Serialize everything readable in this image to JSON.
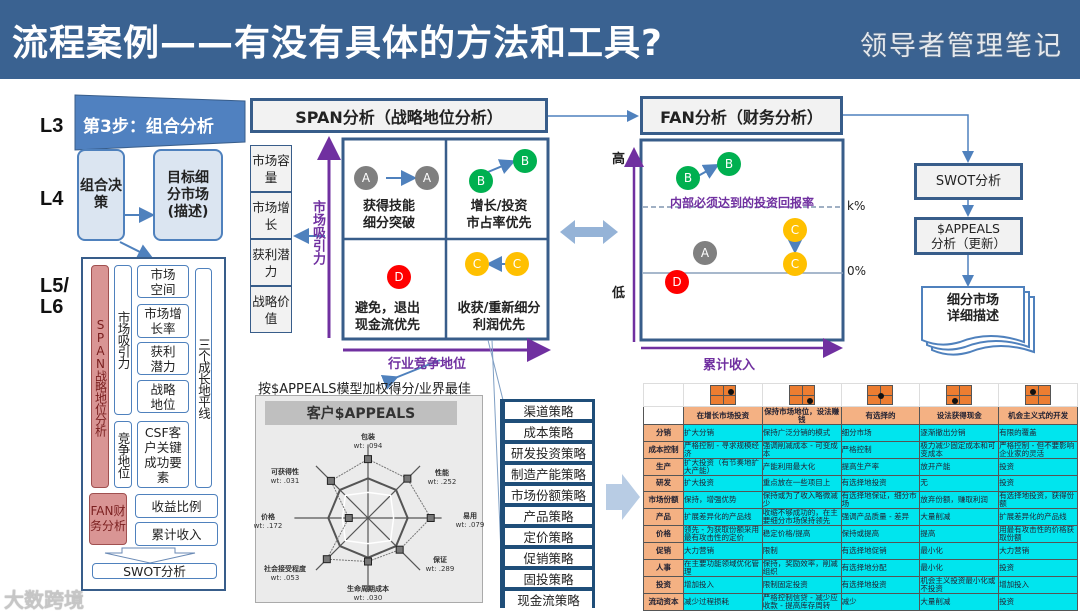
{
  "title": "流程案例——有没有具体的方法和工具?",
  "levels": {
    "l3": "L3",
    "l4": "L4",
    "l56": "L5/\nL6"
  },
  "step": {
    "label": "第3步：组合分析",
    "decision": "组合决策",
    "target": "目标细分市场(描述)"
  },
  "l56_box": {
    "span": "SPAN战略地位分析",
    "attractiveness": "市场吸引力",
    "competition": "竞争地位",
    "market_space": "市场空间",
    "market_growth": "市场增长率",
    "profit_potential": "获利潜力",
    "strategic_position": "战略地位",
    "csf": "CSF客户关键成功要素",
    "horizons": "三个成长地平线",
    "fan": "FAN财务分析",
    "revenue_ratio": "收益比例",
    "cumulative_revenue": "累计收入",
    "swot": "SWOT分析"
  },
  "span": {
    "header": "SPAN分析（战略地位分析）",
    "factors": [
      "市场容量",
      "市场增长",
      "获利潜力",
      "战略价值"
    ],
    "y_axis": "市场吸引力",
    "x_axis": "行业竞争地位",
    "quadrants": {
      "top_left": "获得技能\n细分突破",
      "top_right": "增长/投资\n市占率优先",
      "bottom_left": "避免，退出\n现金流优先",
      "bottom_right": "收获/重新细分\n利润优先"
    },
    "bubbles": {
      "a": "A",
      "b": "B",
      "c": "C",
      "d": "D"
    }
  },
  "fan": {
    "header": "FAN分析（财务分析）",
    "high": "高",
    "low": "低",
    "hurdle_text": "内部必须达到的投资回报率",
    "k_label": "k%",
    "zero_label": "0%",
    "x_axis": "累计收入"
  },
  "flow": {
    "swot": "SWOT分析",
    "appeals": "$APPEALS\n分析（更新）",
    "detail": "细分市场\n详细描述"
  },
  "colors": {
    "title_bar": "#3a6291",
    "bubble_a": "#808080",
    "bubble_b": "#00b050",
    "bubble_c": "#ffc000",
    "bubble_d": "#ff0000",
    "axis": "#7030a0",
    "table_cell": "#00e5ee",
    "table_header": "#f4b183"
  },
  "radar": {
    "caption": "按$APPEALS模型加权得分/业界最佳",
    "title": "客户$APPEALS",
    "axes": [
      {
        "name": "包装",
        "wt": "wt: .094",
        "score": 0.92
      },
      {
        "name": "性能",
        "wt": "wt: .252",
        "score": 0.87
      },
      {
        "name": "易用",
        "wt": "wt: .079",
        "score": 0.98
      },
      {
        "name": "保证",
        "wt": "wt: .289",
        "score": 0.7
      },
      {
        "name": "生命周期成本",
        "wt": "wt: .030",
        "score": 0.68
      },
      {
        "name": "社会接受程度",
        "wt": "wt: .053",
        "score": 0.91
      },
      {
        "name": "价格",
        "wt": "wt: .172",
        "score": 0.3
      },
      {
        "name": "可获得性",
        "wt": "wt: .031",
        "score": 0.82
      }
    ]
  },
  "strategies": [
    "渠道策略",
    "成本策略",
    "研发投资策略",
    "制造产能策略",
    "市场份额策略",
    "产品策略",
    "定价策略",
    "促销策略",
    "固投策略",
    "现金流策略"
  ],
  "matrix": {
    "columns": [
      "在增长市场投资",
      "保持市场地位，设法赚钱",
      "有选择的",
      "设法获得现金",
      "机会主义式的开发"
    ],
    "dot_positions": [
      "top-right",
      "bottom-right",
      "center",
      "bottom-left",
      "top-left"
    ],
    "rows": [
      {
        "label": "分销",
        "cells": [
          "扩大分销",
          "保持广泛分销的模式",
          "细分市场",
          "逐渐撤出分销",
          "有限的覆盖"
        ]
      },
      {
        "label": "成本控制",
        "cells": [
          "严格控制 - 寻求规模经济",
          "强调削减成本 - 可变成本",
          "严格控制",
          "极力减少固定成本和可变成本",
          "严格控制 - 但不要影响企业家的灵活"
        ]
      },
      {
        "label": "生产",
        "cells": [
          "扩大投资（有节奏地扩大产能）",
          "产能利用最大化",
          "提高生产率",
          "放开产能",
          "投资"
        ]
      },
      {
        "label": "研发",
        "cells": [
          "扩大投资",
          "重点放在一些项目上",
          "有选择地投资",
          "无",
          "投资"
        ]
      },
      {
        "label": "市场份额",
        "cells": [
          "保持，增强优势",
          "保持或为了收入略微减少",
          "有选择地保证，细分市场",
          "放弃份额，赚取利润",
          "有选择地投资，获得份额"
        ]
      },
      {
        "label": "产品",
        "cells": [
          "扩展差异化的产品线",
          "收缩不够成功的，在主要细分市场保持领先",
          "强调产品质量 - 差异",
          "大量削减",
          "扩展差异化的产品线"
        ]
      },
      {
        "label": "价格",
        "cells": [
          "领先 - 为获取份额采用最有攻击性的定价",
          "稳定价格/提高",
          "保持或提高",
          "提高",
          "用最有攻击性的价格获取份额"
        ]
      },
      {
        "label": "促销",
        "cells": [
          "大力营销",
          "限制",
          "有选择地促销",
          "最小化",
          "大力营销"
        ]
      },
      {
        "label": "人事",
        "cells": [
          "在主要功能领域优化管理",
          "保持，奖励效率，削减组织",
          "有选择地分配",
          "最小化",
          "投资"
        ]
      },
      {
        "label": "投资",
        "cells": [
          "增加投入",
          "限制固定投资",
          "有选择地投资",
          "机会主义投资最小化或不投资",
          "增加投入"
        ]
      },
      {
        "label": "流动资本",
        "cells": [
          "减少过程损耗",
          "严格控制信贷 - 减少应收款 - 提高库存周转",
          "减少",
          "大量削减",
          "投资"
        ]
      }
    ]
  },
  "watermarks": {
    "wechat": "领导者管理笔记",
    "logo": "大数跨境"
  }
}
